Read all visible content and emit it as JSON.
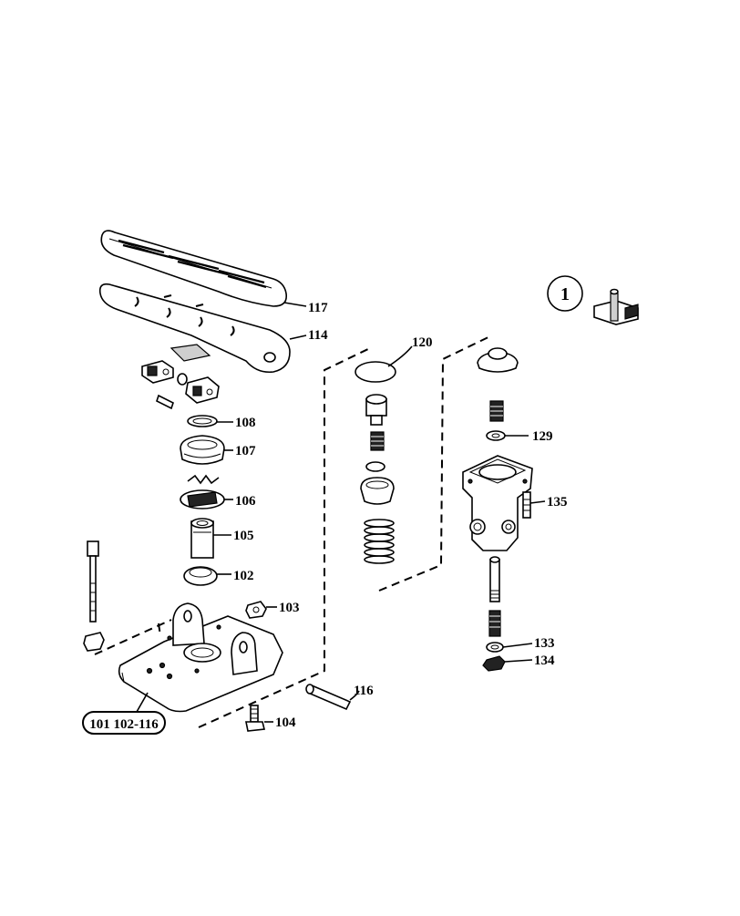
{
  "diagram": {
    "view_number": "1",
    "reference_label": "101 102-116",
    "callouts": {
      "c117": "117",
      "c114": "114",
      "c108": "108",
      "c107": "107",
      "c106": "106",
      "c105": "105",
      "c102": "102",
      "c103": "103",
      "c104": "104",
      "c116": "116",
      "c120": "120",
      "c129": "129",
      "c135": "135",
      "c133": "133",
      "c134": "134"
    }
  }
}
